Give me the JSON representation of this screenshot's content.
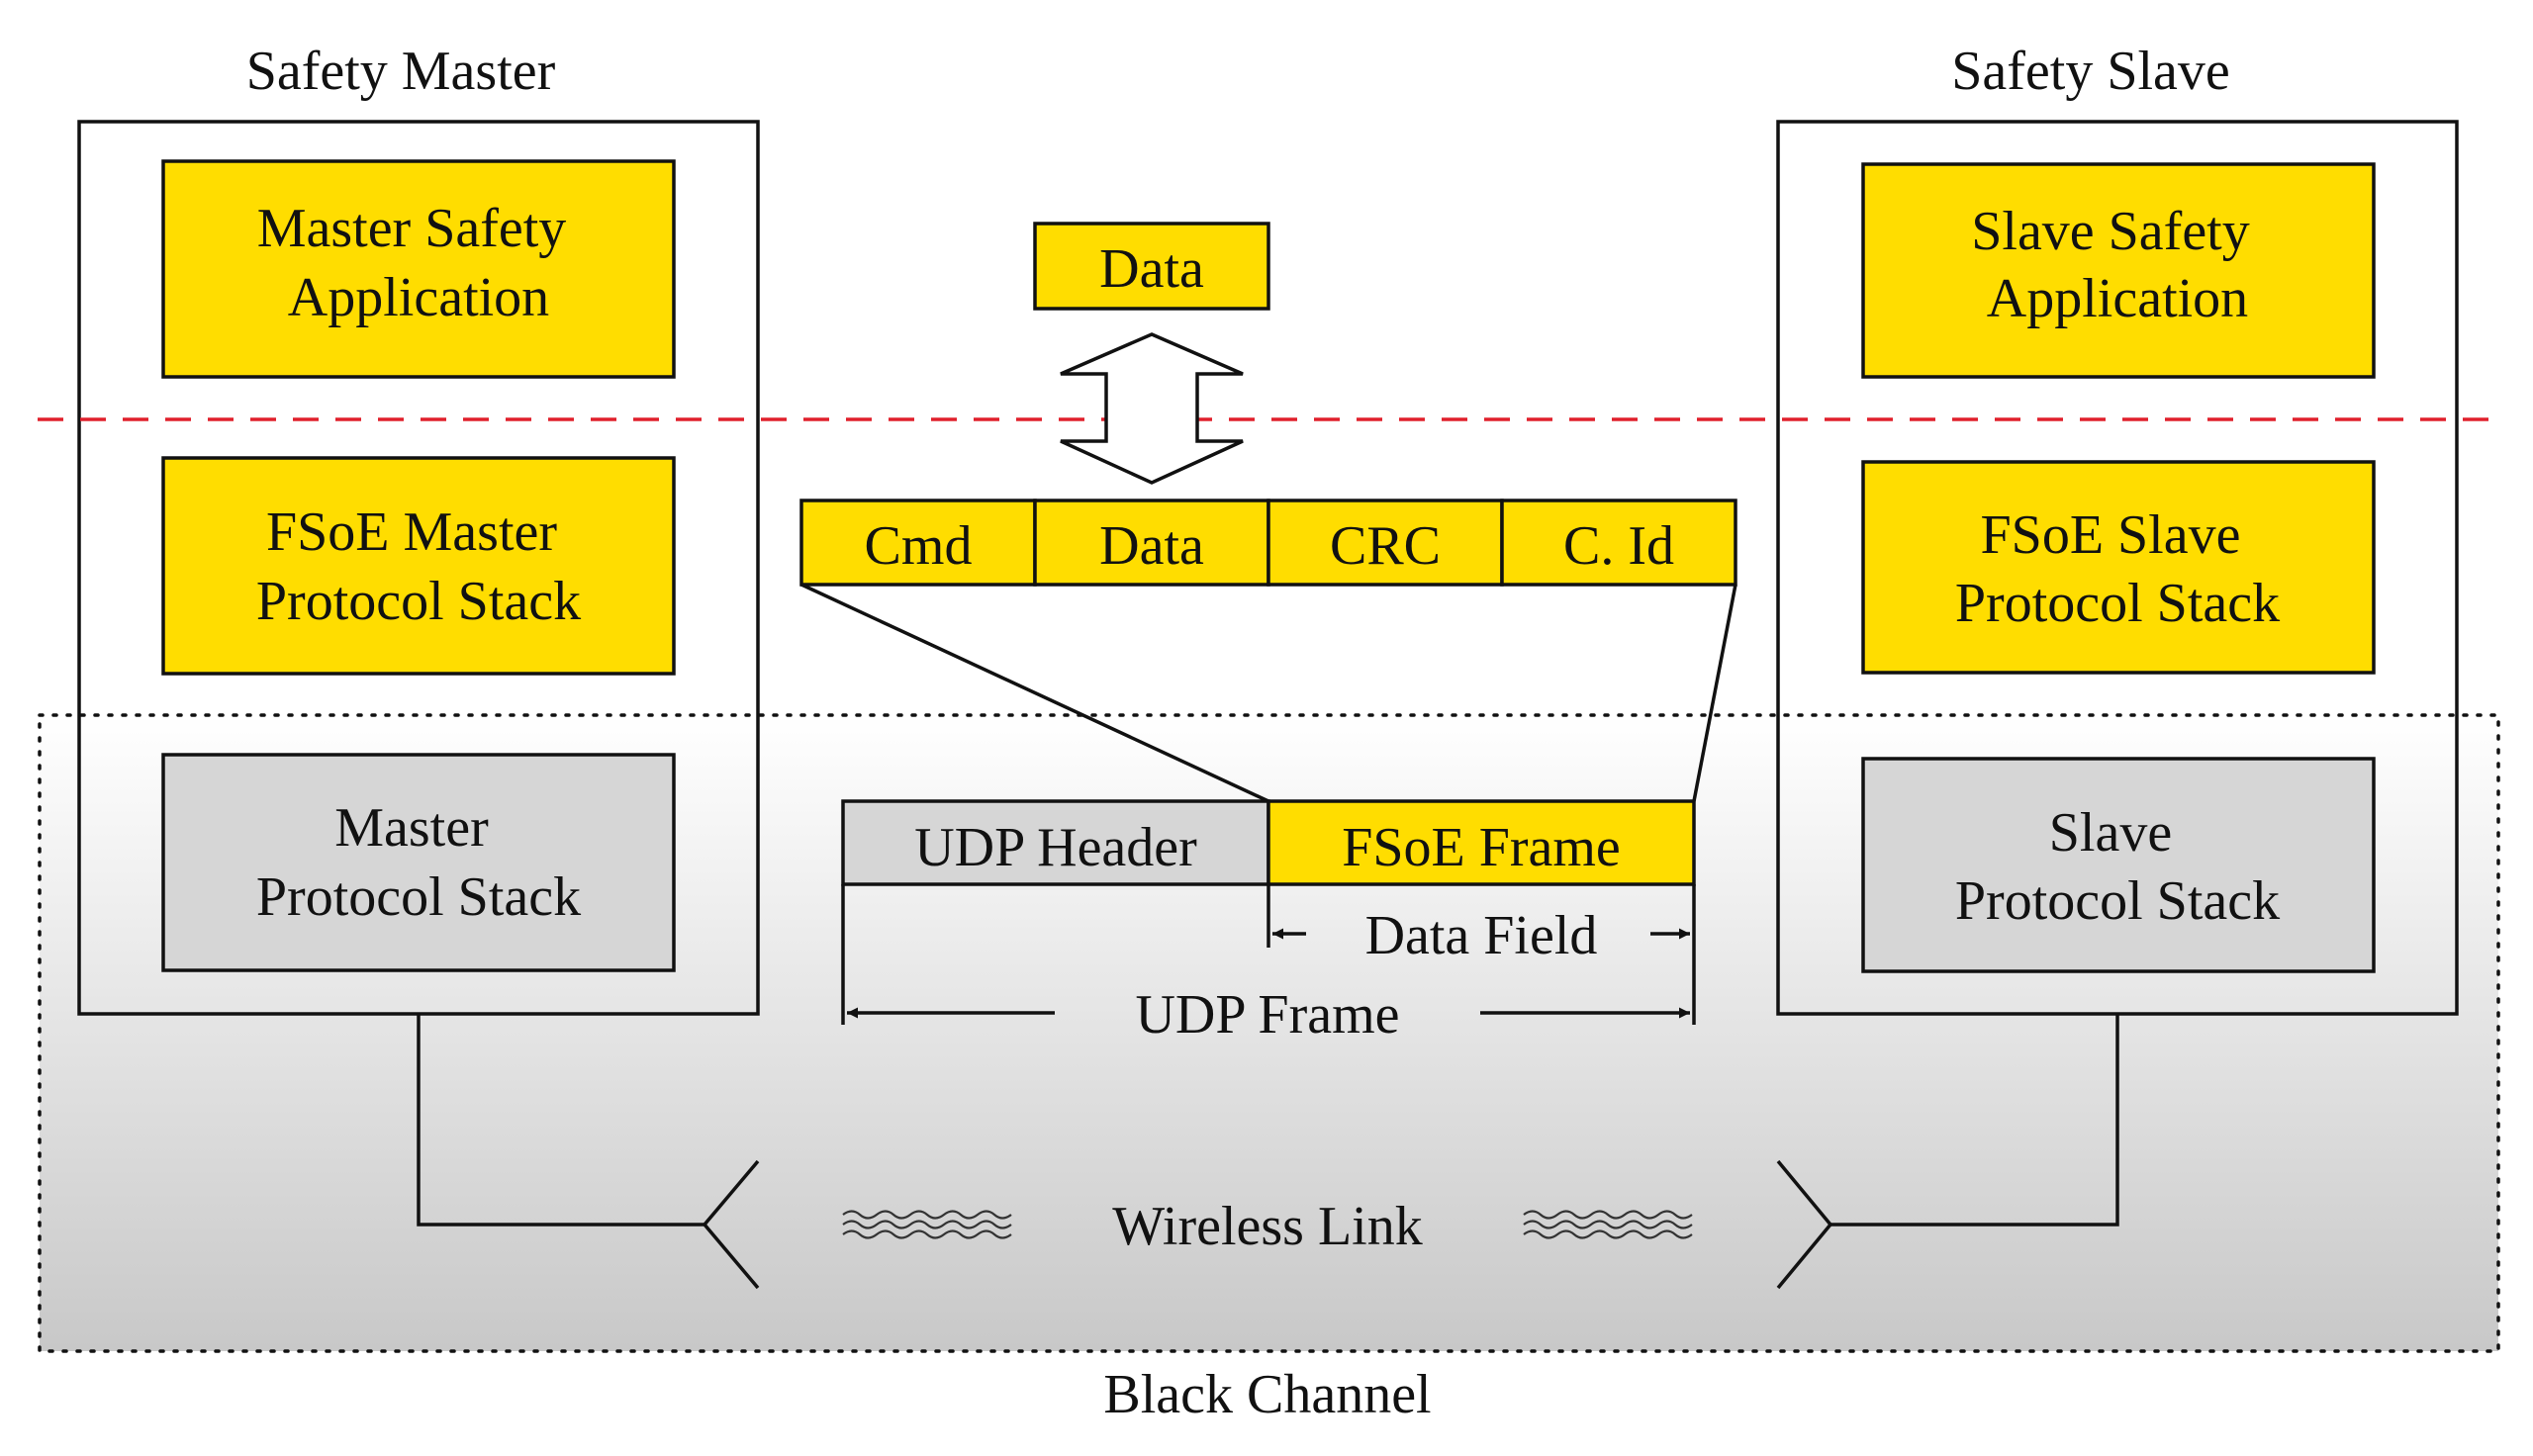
{
  "master": {
    "title": "Safety Master",
    "safety_app": [
      "Master Safety",
      "Application"
    ],
    "fsoe_stack": [
      "FSoE Master",
      "Protocol Stack"
    ],
    "protocol_stack": [
      "Master",
      "Protocol Stack"
    ]
  },
  "slave": {
    "title": "Safety Slave",
    "safety_app": [
      "Slave Safety",
      "Application"
    ],
    "fsoe_stack": [
      "FSoE Slave",
      "Protocol Stack"
    ],
    "protocol_stack": [
      "Slave",
      "Protocol Stack"
    ]
  },
  "center": {
    "data_label": "Data",
    "frame_fields": [
      "Cmd",
      "Data",
      "CRC",
      "C. Id"
    ],
    "udp_header": "UDP Header",
    "fsoe_frame": "FSoE Frame",
    "data_field": "Data Field",
    "udp_frame": "UDP Frame"
  },
  "link": {
    "wireless": "Wireless Link",
    "black_channel": "Black Channel"
  },
  "colors": {
    "safety_yellow": "#ffdd00",
    "stack_gray": "#d6d6d6",
    "boundary_red": "#e0202c"
  }
}
